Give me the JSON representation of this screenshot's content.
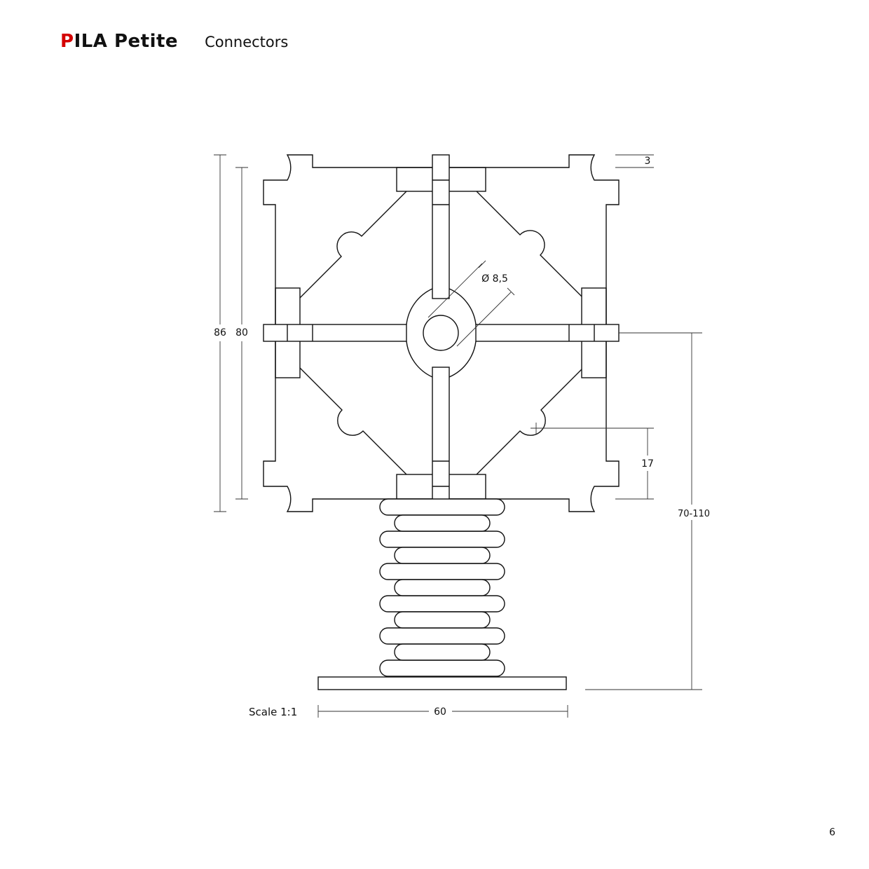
{
  "header": {
    "brand_first_letter": "P",
    "brand_rest": "ILA Petite",
    "section_title": "Connectors"
  },
  "dimensions": {
    "corner_offset": "3",
    "outer_height": "86",
    "inner_height": "80",
    "hole_diameter": "Ø 8,5",
    "lobe_offset": "17",
    "assembly_height": "70-110",
    "base_width": "60"
  },
  "scale_label": "Scale 1:1",
  "page_number": "6",
  "colors": {
    "brand_accent": "#d40000",
    "line": "#111111"
  }
}
